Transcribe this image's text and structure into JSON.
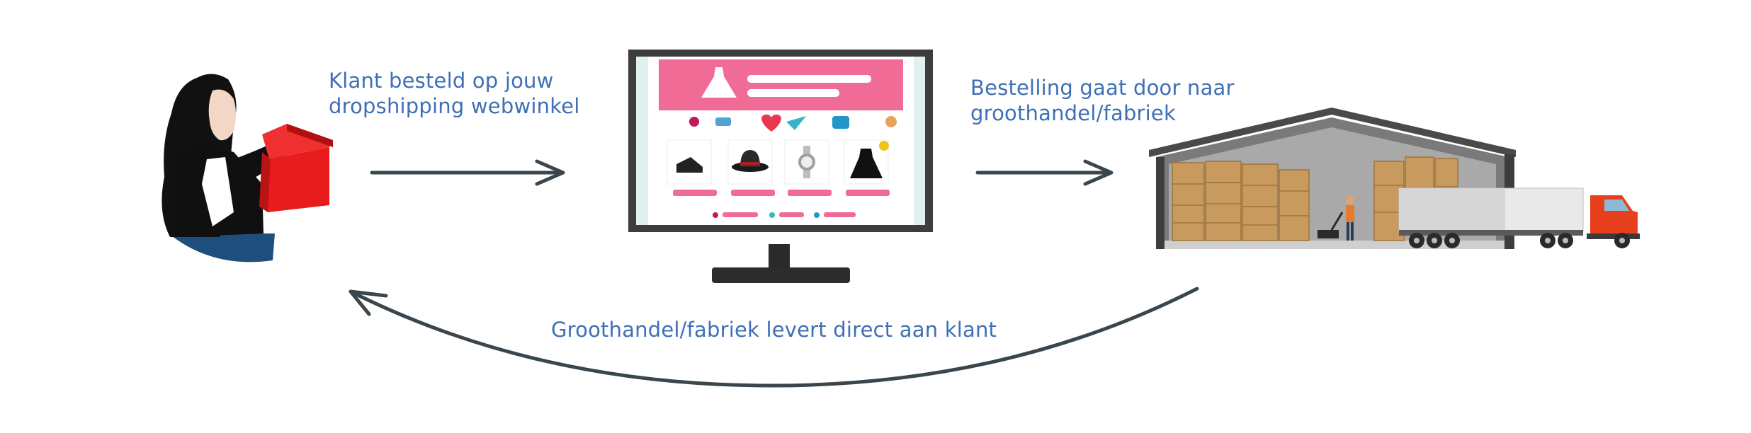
{
  "labels": {
    "customer_orders": [
      "Klant besteld op jouw",
      "dropshipping webwinkel"
    ],
    "order_to_wholesaler": [
      "Bestelling gaat door naar",
      "groothandel/fabriek"
    ],
    "wholesaler_delivers": "Groothandel/fabriek levert direct aan klant"
  },
  "icons": {
    "customer": "woman-opening-gift-box-icon",
    "webshop": "computer-monitor-webshop-icon",
    "warehouse": "warehouse-with-truck-icon"
  },
  "colors": {
    "label_text": "#3f6fb4",
    "arrow": "#3a464c",
    "gift_box": "#e81c1c",
    "shop_header": "#f06b96",
    "truck_cab": "#e8401c"
  }
}
